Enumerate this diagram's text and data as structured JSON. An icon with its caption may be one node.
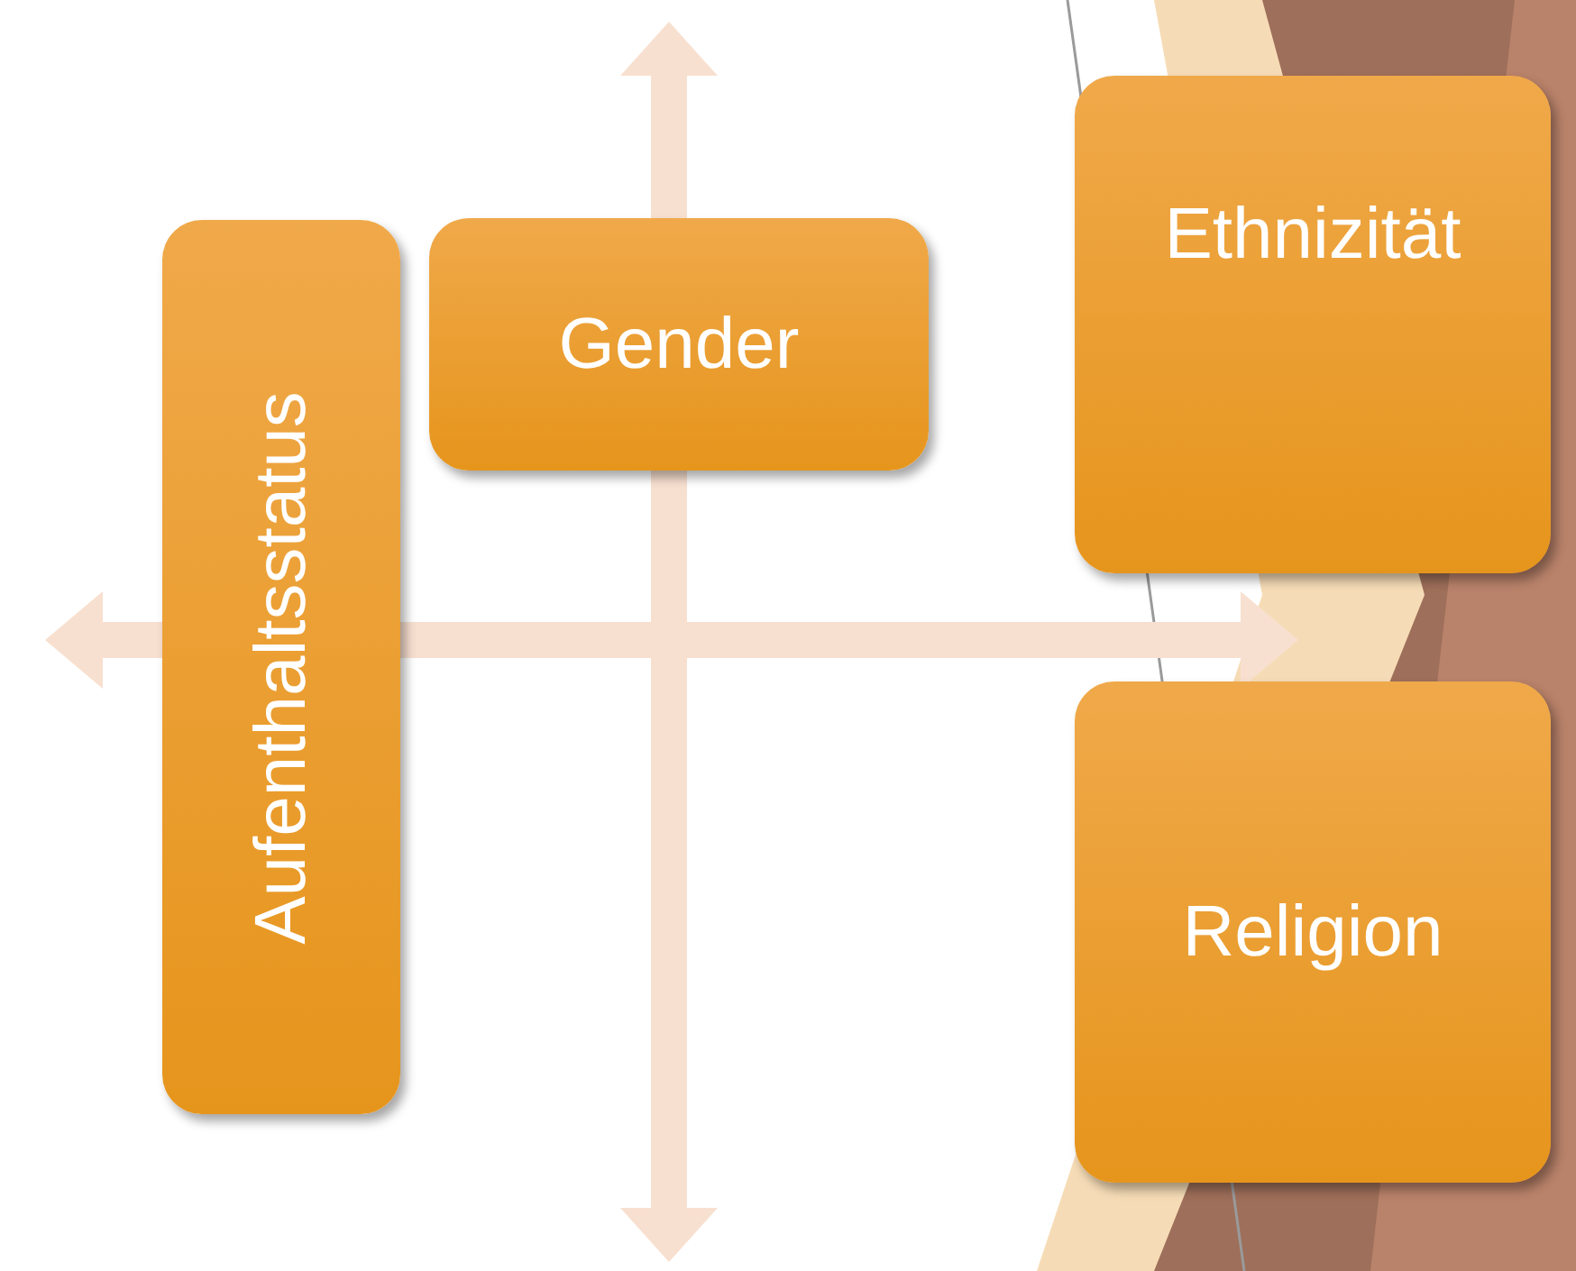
{
  "diagram": {
    "nodes": [
      {
        "text": [
          "Aufenthaltsstatus"
        ]
      },
      {
        "text": [
          "Gender"
        ]
      },
      {
        "text": [
          "Ethnizität"
        ]
      },
      {
        "text": [
          "Religion"
        ]
      }
    ]
  }
}
